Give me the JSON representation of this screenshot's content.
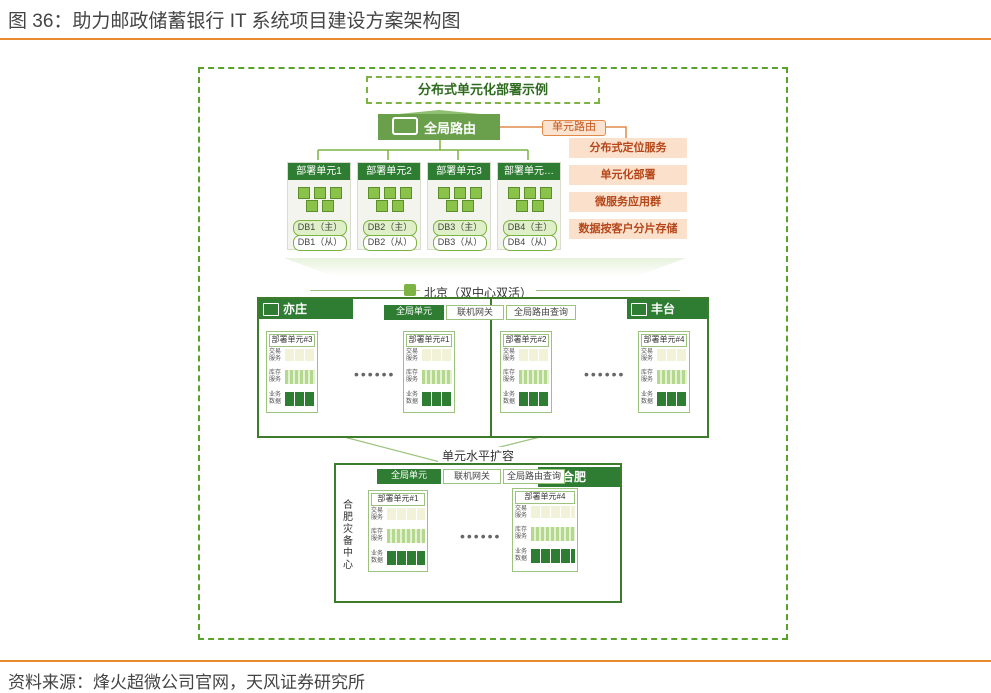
{
  "figure_title": "图 36：助力邮政储蓄银行 IT 系统项目建设方案架构图",
  "source": "资料来源：烽火超微公司官网，天风证券研究所",
  "diagram": {
    "title": "分布式单元化部署示例",
    "router": "全局路由",
    "unit_route": "单元路由",
    "services": [
      "分布式定位服务",
      "单元化部署",
      "微服务应用群",
      "数据按客户分片存储"
    ],
    "deploy_units": [
      {
        "name": "部署单元1",
        "db_main": "DB1（主）",
        "db_sub": "DB1（从）"
      },
      {
        "name": "部署单元2",
        "db_main": "DB2（主）",
        "db_sub": "DB2（从）"
      },
      {
        "name": "部署单元3",
        "db_main": "DB3（主）",
        "db_sub": "DB3（从）"
      },
      {
        "name": "部署单元…",
        "db_main": "DB4（主）",
        "db_sub": "DB4（从）"
      }
    ],
    "beijing": "北京（双中心双活）",
    "strip": {
      "global": "全局单元",
      "gateway": "联机网关",
      "query": "全局路由查询"
    },
    "regions": {
      "yizhuang": "亦庄",
      "fengtai": "丰台",
      "hefei": "合肥"
    },
    "cells": {
      "yizhuang": [
        "部署单元#3",
        "部署单元#1"
      ],
      "fengtai": [
        "部署单元#2",
        "部署单元#4"
      ],
      "hefei": [
        "部署单元#1",
        "部署单元#4"
      ]
    },
    "row_labels": {
      "trade": "交易服务",
      "account": "库存服务",
      "biz": "业务数据"
    },
    "dots": "••••••",
    "expand": "单元水平扩容",
    "hefei_side": "合肥灾备中心"
  }
}
